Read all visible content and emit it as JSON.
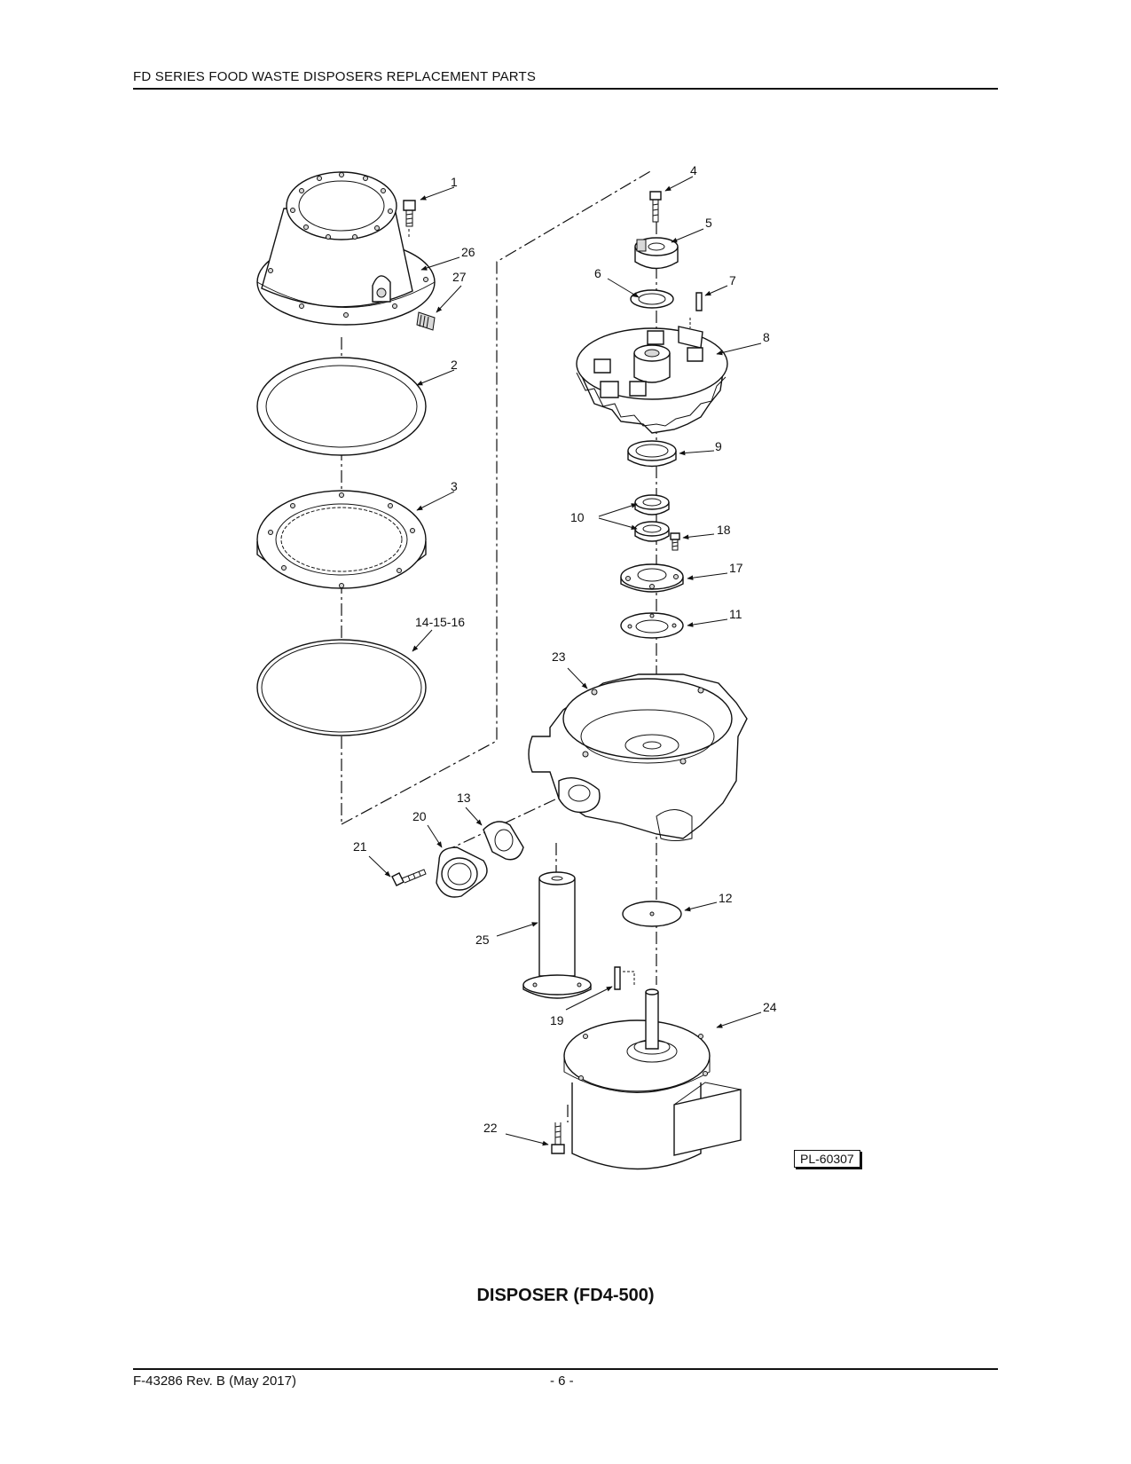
{
  "header": {
    "title": "FD SERIES FOOD WASTE DISPOSERS REPLACEMENT PARTS"
  },
  "diagram": {
    "callouts": [
      "1",
      "2",
      "3",
      "4",
      "5",
      "6",
      "7",
      "8",
      "9",
      "10",
      "11",
      "12",
      "13",
      "14-15-16",
      "17",
      "18",
      "19",
      "20",
      "21",
      "22",
      "23",
      "24",
      "25",
      "26",
      "27"
    ],
    "plate_number": "PL-60307"
  },
  "caption": "DISPOSER (FD4-500)",
  "footer": {
    "doc_number": "F-43286 Rev. B (May 2017)",
    "page": "- 6 -"
  }
}
